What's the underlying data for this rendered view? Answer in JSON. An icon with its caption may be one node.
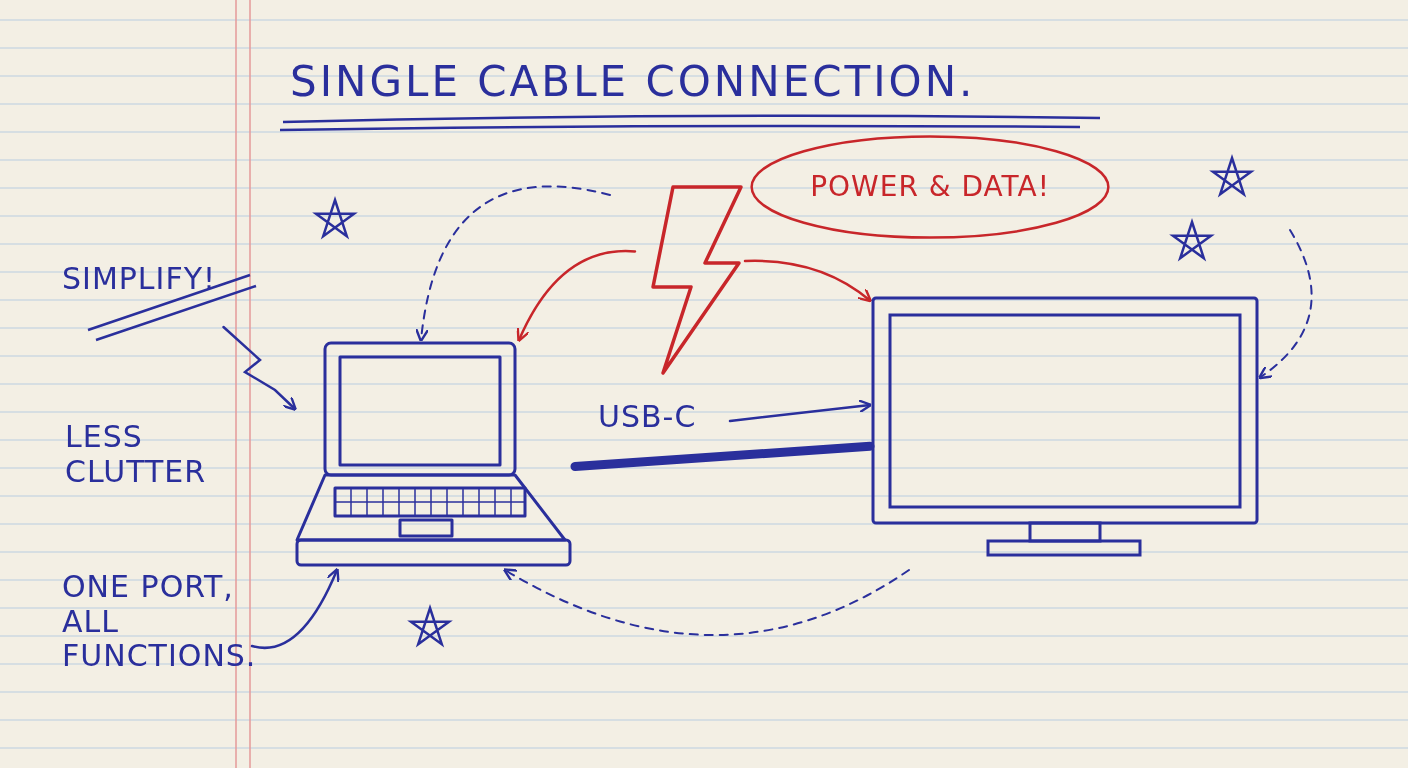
{
  "diagram": {
    "title": "SINGLE CABLE CONNECTION.",
    "nodes": [
      {
        "text": [
          "POWER & DATA!"
        ]
      },
      {
        "text": [],
        "shape": "picture"
      },
      {
        "text": [
          "SIMPLIFY!"
        ]
      },
      {
        "text": [],
        "shape": "picture"
      },
      {
        "text": [
          "USB-C"
        ]
      },
      {
        "text": [],
        "shape": "picture"
      },
      {
        "text": [
          "ONE PORT, ALL FUNCTIONS."
        ]
      }
    ],
    "edges": [
      {
        "from": 1,
        "to": 3,
        "arrow": "to",
        "color": "#c8262a"
      },
      {
        "from": 1,
        "to": 5,
        "arrow": "to",
        "color": "#c8262a"
      },
      {
        "from": 2,
        "to": 3,
        "arrow": "to"
      },
      {
        "from": 6,
        "to": 3,
        "arrow": "to"
      },
      {
        "from": 4,
        "to": 5,
        "arrow": "to"
      },
      {
        "from": 3,
        "to": 5,
        "arrow": "none",
        "style": "thick"
      },
      {
        "from": null,
        "to": 3,
        "arrow": "to",
        "style": "dashed"
      },
      {
        "from": null,
        "to": 5,
        "arrow": "to",
        "style": "dashed"
      },
      {
        "from": 5,
        "to": 3,
        "arrow": "to",
        "style": "dashed"
      }
    ],
    "labels": [
      "LESS CLUTTER"
    ]
  }
}
